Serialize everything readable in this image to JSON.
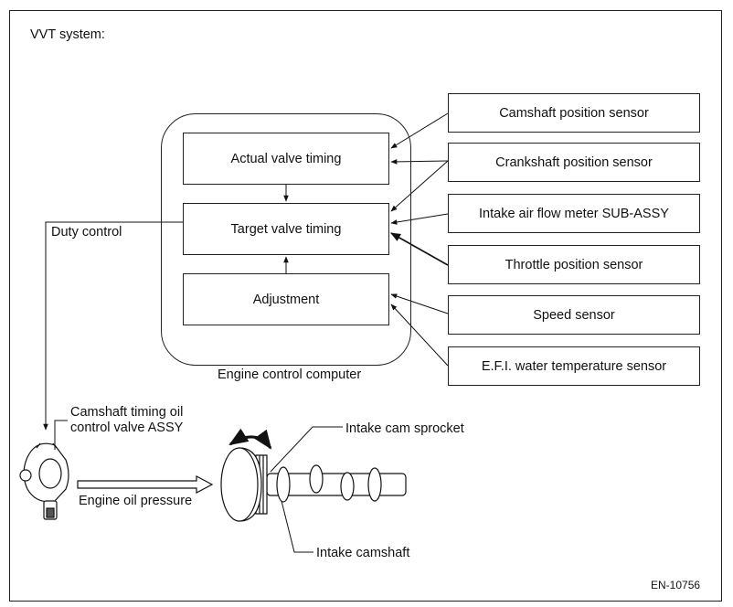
{
  "title": "VVT system:",
  "ecu": {
    "label": "Engine control computer",
    "blocks": {
      "actual": "Actual valve timing",
      "target": "Target valve timing",
      "adjustment": "Adjustment"
    }
  },
  "sensors": [
    "Camshaft position sensor",
    "Crankshaft position sensor",
    "Intake air flow meter SUB-ASSY",
    "Throttle position sensor",
    "Speed sensor",
    "E.F.I. water temperature sensor"
  ],
  "labels": {
    "duty_control": "Duty control",
    "ocv_line1": "Camshaft timing oil",
    "ocv_line2": "control valve ASSY",
    "oil_pressure": "Engine oil pressure",
    "sprocket": "Intake cam sprocket",
    "camshaft": "Intake camshaft"
  },
  "figure_id": "EN-10756"
}
